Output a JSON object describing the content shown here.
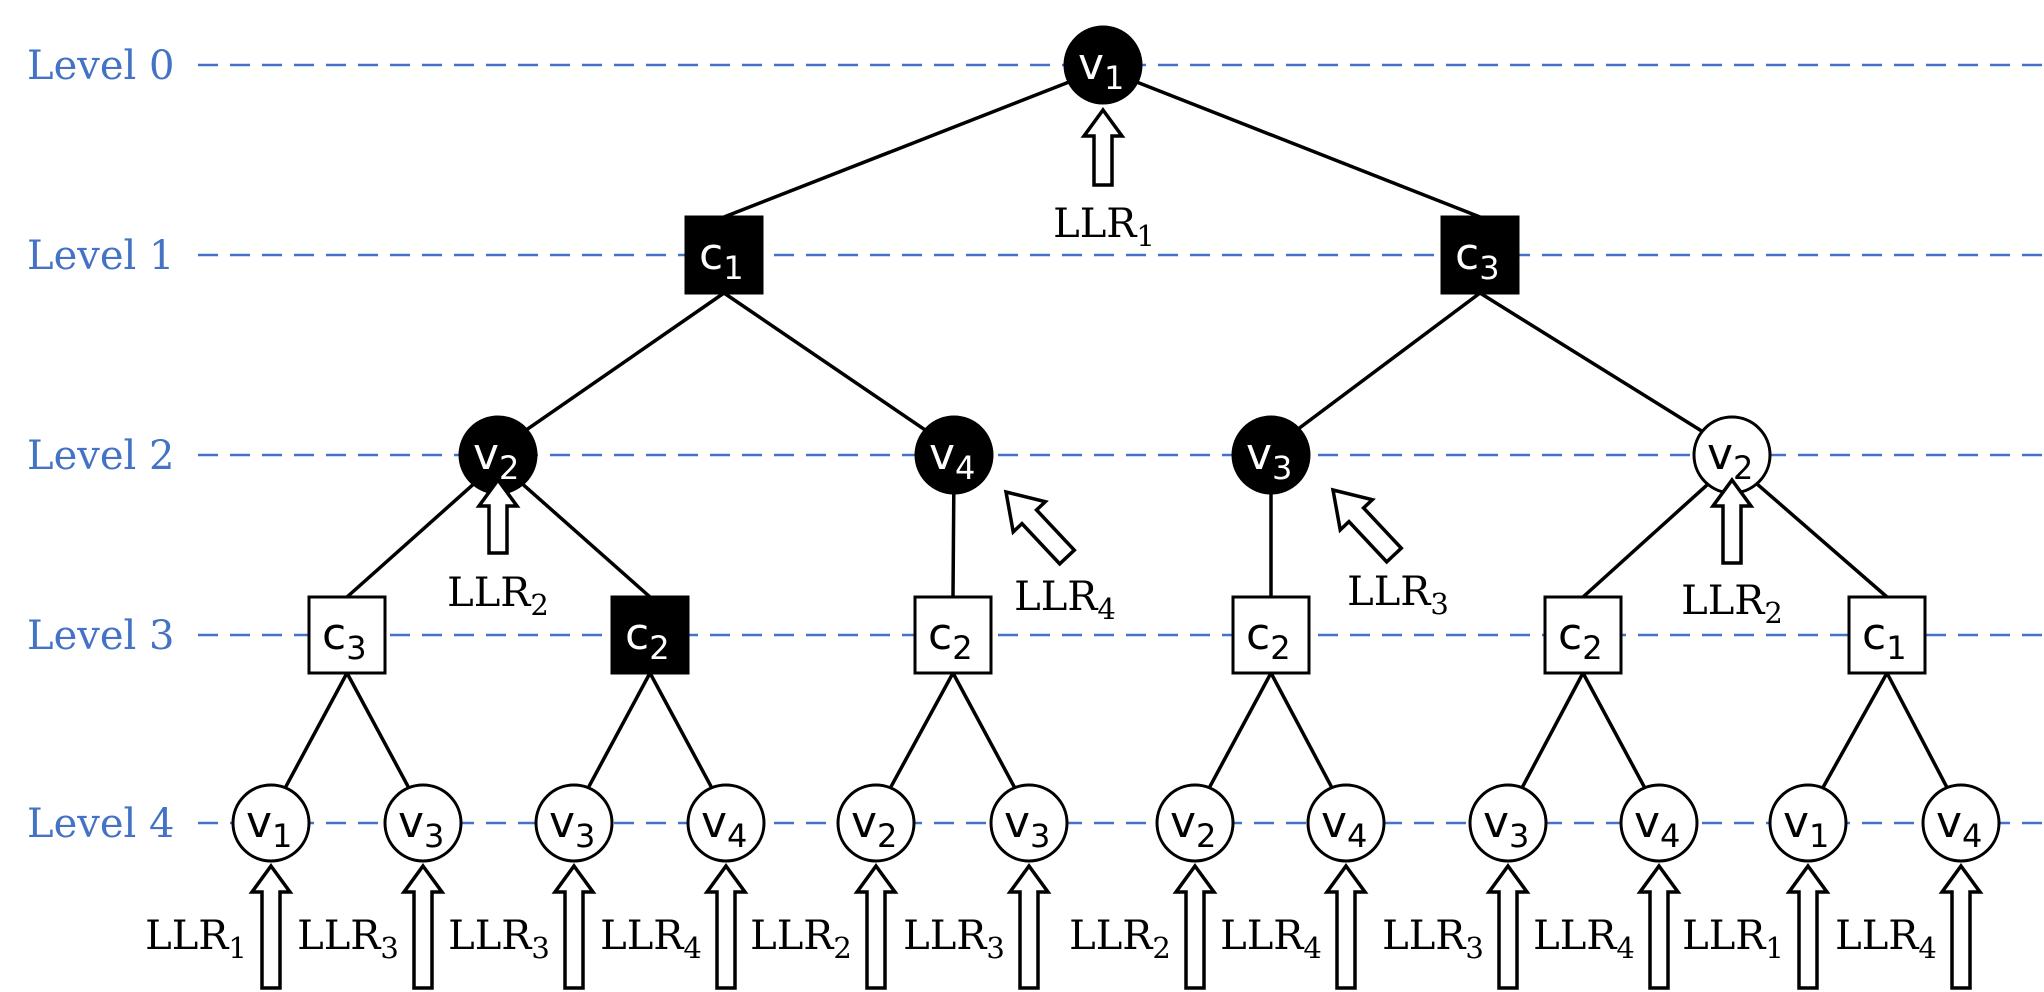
{
  "levels": [
    {
      "id": 0,
      "label": "Level 0"
    },
    {
      "id": 1,
      "label": "Level 1"
    },
    {
      "id": 2,
      "label": "Level 2"
    },
    {
      "id": 3,
      "label": "Level 3"
    },
    {
      "id": 4,
      "label": "Level 4"
    }
  ],
  "nodes": [
    {
      "id": "n0",
      "type": "variable",
      "letter": "v",
      "index": "1",
      "filled": true,
      "level": 0
    },
    {
      "id": "n1a",
      "type": "check",
      "letter": "c",
      "index": "1",
      "filled": true,
      "level": 1
    },
    {
      "id": "n1b",
      "type": "check",
      "letter": "c",
      "index": "3",
      "filled": true,
      "level": 1
    },
    {
      "id": "n2a",
      "type": "variable",
      "letter": "v",
      "index": "2",
      "filled": true,
      "level": 2
    },
    {
      "id": "n2b",
      "type": "variable",
      "letter": "v",
      "index": "4",
      "filled": true,
      "level": 2
    },
    {
      "id": "n2c",
      "type": "variable",
      "letter": "v",
      "index": "3",
      "filled": true,
      "level": 2
    },
    {
      "id": "n2d",
      "type": "variable",
      "letter": "v",
      "index": "2",
      "filled": false,
      "level": 2
    },
    {
      "id": "n3a",
      "type": "check",
      "letter": "c",
      "index": "3",
      "filled": false,
      "level": 3
    },
    {
      "id": "n3b",
      "type": "check",
      "letter": "c",
      "index": "2",
      "filled": true,
      "level": 3
    },
    {
      "id": "n3c",
      "type": "check",
      "letter": "c",
      "index": "2",
      "filled": false,
      "level": 3
    },
    {
      "id": "n3d",
      "type": "check",
      "letter": "c",
      "index": "2",
      "filled": false,
      "level": 3
    },
    {
      "id": "n3e",
      "type": "check",
      "letter": "c",
      "index": "2",
      "filled": false,
      "level": 3
    },
    {
      "id": "n3f",
      "type": "check",
      "letter": "c",
      "index": "1",
      "filled": false,
      "level": 3
    },
    {
      "id": "n4a",
      "type": "variable",
      "letter": "v",
      "index": "1",
      "filled": false,
      "level": 4
    },
    {
      "id": "n4b",
      "type": "variable",
      "letter": "v",
      "index": "3",
      "filled": false,
      "level": 4
    },
    {
      "id": "n4c",
      "type": "variable",
      "letter": "v",
      "index": "3",
      "filled": false,
      "level": 4
    },
    {
      "id": "n4d",
      "type": "variable",
      "letter": "v",
      "index": "4",
      "filled": false,
      "level": 4
    },
    {
      "id": "n4e",
      "type": "variable",
      "letter": "v",
      "index": "2",
      "filled": false,
      "level": 4
    },
    {
      "id": "n4f",
      "type": "variable",
      "letter": "v",
      "index": "3",
      "filled": false,
      "level": 4
    },
    {
      "id": "n4g",
      "type": "variable",
      "letter": "v",
      "index": "2",
      "filled": false,
      "level": 4
    },
    {
      "id": "n4h",
      "type": "variable",
      "letter": "v",
      "index": "4",
      "filled": false,
      "level": 4
    },
    {
      "id": "n4i",
      "type": "variable",
      "letter": "v",
      "index": "3",
      "filled": false,
      "level": 4
    },
    {
      "id": "n4j",
      "type": "variable",
      "letter": "v",
      "index": "4",
      "filled": false,
      "level": 4
    },
    {
      "id": "n4k",
      "type": "variable",
      "letter": "v",
      "index": "1",
      "filled": false,
      "level": 4
    },
    {
      "id": "n4l",
      "type": "variable",
      "letter": "v",
      "index": "4",
      "filled": false,
      "level": 4
    }
  ],
  "edges": [
    [
      "n0",
      "n1a"
    ],
    [
      "n0",
      "n1b"
    ],
    [
      "n1a",
      "n2a"
    ],
    [
      "n1a",
      "n2b"
    ],
    [
      "n1b",
      "n2c"
    ],
    [
      "n1b",
      "n2d"
    ],
    [
      "n2a",
      "n3a"
    ],
    [
      "n2a",
      "n3b"
    ],
    [
      "n2b",
      "n3c"
    ],
    [
      "n2c",
      "n3d"
    ],
    [
      "n2d",
      "n3e"
    ],
    [
      "n2d",
      "n3f"
    ],
    [
      "n3a",
      "n4a"
    ],
    [
      "n3a",
      "n4b"
    ],
    [
      "n3b",
      "n4c"
    ],
    [
      "n3b",
      "n4d"
    ],
    [
      "n3c",
      "n4e"
    ],
    [
      "n3c",
      "n4f"
    ],
    [
      "n3d",
      "n4g"
    ],
    [
      "n3d",
      "n4h"
    ],
    [
      "n3e",
      "n4i"
    ],
    [
      "n3e",
      "n4j"
    ],
    [
      "n3f",
      "n4k"
    ],
    [
      "n3f",
      "n4l"
    ]
  ],
  "llr_inputs": [
    {
      "id": "llr-n0",
      "target": "n0",
      "index": "1"
    },
    {
      "id": "llr-n2a",
      "target": "n2a",
      "index": "2"
    },
    {
      "id": "llr-n2b",
      "target": "n2b",
      "index": "4"
    },
    {
      "id": "llr-n2c",
      "target": "n2c",
      "index": "3"
    },
    {
      "id": "llr-n2d",
      "target": "n2d",
      "index": "2"
    },
    {
      "id": "llr-n4a",
      "target": "n4a",
      "index": "1"
    },
    {
      "id": "llr-n4b",
      "target": "n4b",
      "index": "3"
    },
    {
      "id": "llr-n4c",
      "target": "n4c",
      "index": "3"
    },
    {
      "id": "llr-n4d",
      "target": "n4d",
      "index": "4"
    },
    {
      "id": "llr-n4e",
      "target": "n4e",
      "index": "2"
    },
    {
      "id": "llr-n4f",
      "target": "n4f",
      "index": "3"
    },
    {
      "id": "llr-n4g",
      "target": "n4g",
      "index": "2"
    },
    {
      "id": "llr-n4h",
      "target": "n4h",
      "index": "4"
    },
    {
      "id": "llr-n4i",
      "target": "n4i",
      "index": "3"
    },
    {
      "id": "llr-n4j",
      "target": "n4j",
      "index": "4"
    },
    {
      "id": "llr-n4k",
      "target": "n4k",
      "index": "1"
    },
    {
      "id": "llr-n4l",
      "target": "n4l",
      "index": "4"
    }
  ],
  "llr_base": "LLR",
  "colors": {
    "level": "#4472C4",
    "ink": "#000000",
    "paper": "#FFFFFF"
  }
}
